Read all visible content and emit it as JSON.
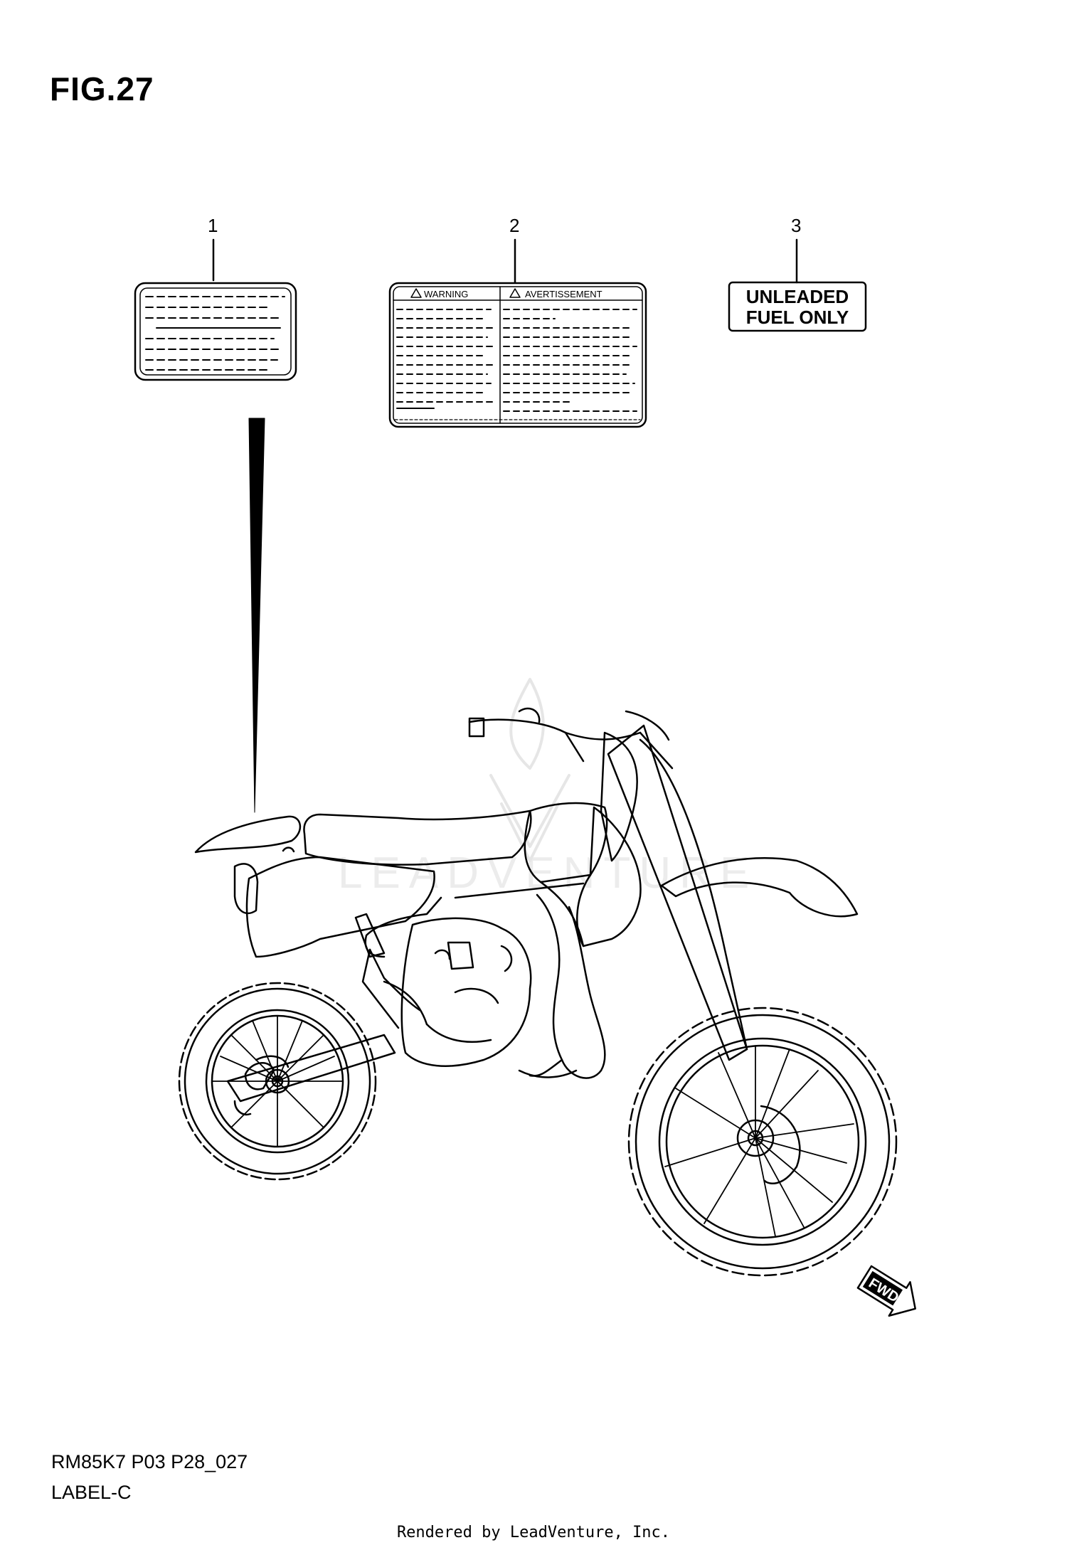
{
  "figure_title": "FIG.27",
  "callouts": [
    "1",
    "2",
    "3"
  ],
  "label_2": {
    "left_header": "WARNING",
    "right_header": "AVERTISSEMENT"
  },
  "label_3": {
    "line1": "UNLEADED",
    "line2": "FUEL ONLY"
  },
  "fwd_arrow": "FWD",
  "watermark": "LEADVENTURE",
  "footer": {
    "code": "RM85K7 P03 P28_027",
    "name": "LABEL-C"
  },
  "rendered_by": "Rendered by LeadVenture, Inc.",
  "icons": [
    "warning-triangle-icon",
    "fwd-arrow-icon",
    "leadventure-logo-icon"
  ]
}
